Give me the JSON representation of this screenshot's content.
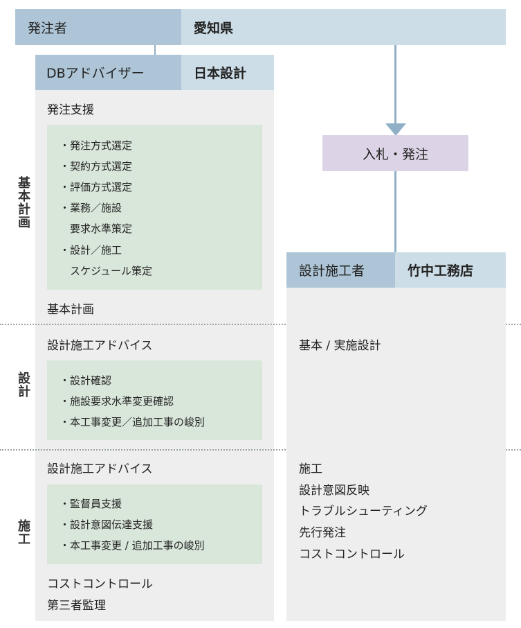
{
  "header": {
    "role": "発注者",
    "name": "愛知県"
  },
  "advisor": {
    "role": "DBアドバイザー",
    "name": "日本設計",
    "phase1": {
      "title": "発注支援",
      "items": [
        "・発注方式選定",
        "・契約方式選定",
        "・評価方式選定",
        "・業務／施設",
        "　要求水準策定",
        "・設計／施工",
        "　スケジュール策定"
      ],
      "footer": "基本計画"
    },
    "phase2": {
      "title": "設計施工アドバイス",
      "items": [
        "・設計確認",
        "・施設要求水準変更確認",
        "・本工事変更／追加工事の峻別"
      ]
    },
    "phase3": {
      "title": "設計施工アドバイス",
      "items": [
        "・監督員支援",
        "・設計意図伝達支援",
        "・本工事変更 / 追加工事の峻別"
      ],
      "footer": [
        "コストコントロール",
        "第三者監理"
      ]
    }
  },
  "bid": {
    "label": "入札・発注"
  },
  "contractor": {
    "role": "設計施工者",
    "name": "竹中工務店",
    "phase2": "基本 / 実施設計",
    "phase3": [
      "施工",
      "設計意図反映",
      "トラブルシューティング",
      "先行発注",
      "コストコントロール"
    ]
  },
  "side_labels": {
    "planning": "基本計画",
    "design": "設計",
    "construction": "施工"
  },
  "colors": {
    "header_dark": "#adc5d6",
    "header_light": "#cddde7",
    "panel": "#eeeeee",
    "green_box": "#d9e6da",
    "bid_box": "#dcd4e6",
    "arrow": "#8fb0c6",
    "divider": "#9aa3a8"
  }
}
